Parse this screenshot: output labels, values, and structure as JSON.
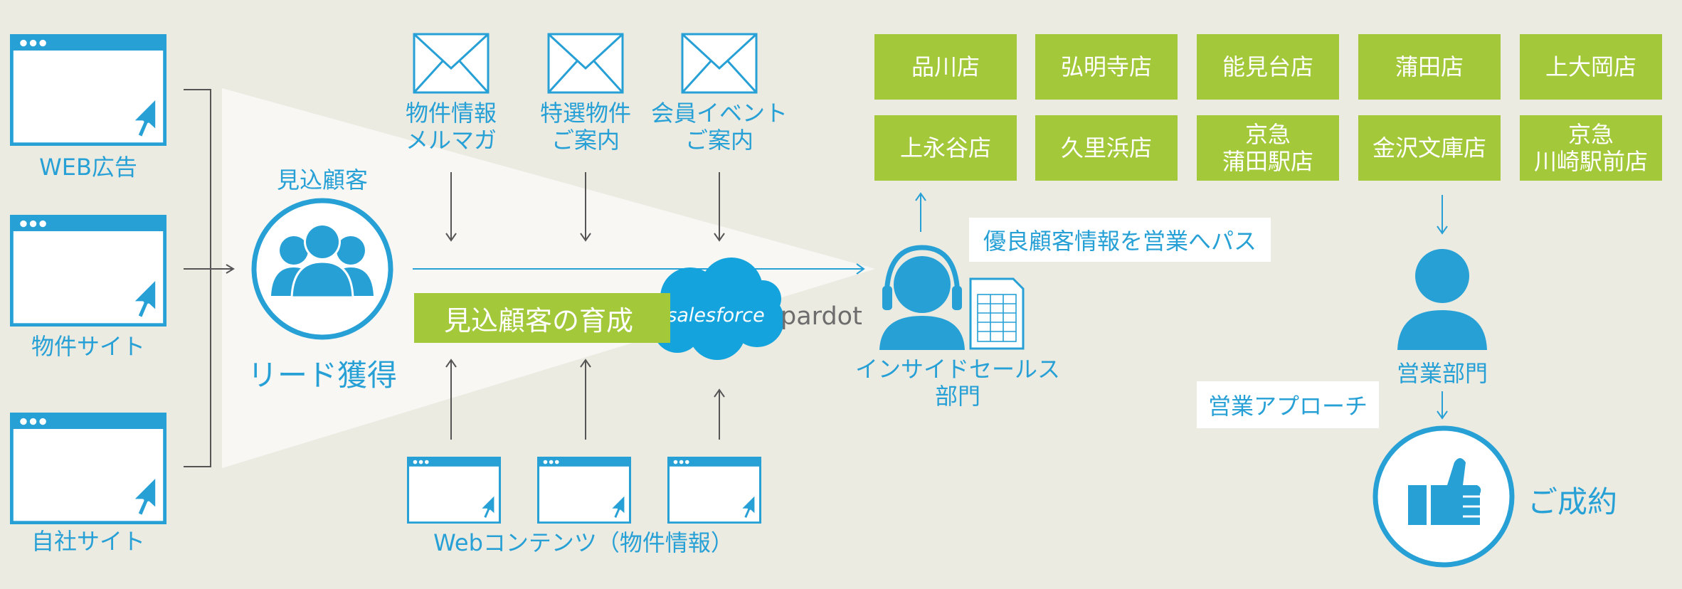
{
  "colors": {
    "blue": "#27a0d6",
    "green": "#a3c93a",
    "background": "#ecebe2",
    "dark_line": "#555555",
    "funnel": "#f8f7f4"
  },
  "sources": [
    {
      "label": "WEB広告",
      "icon": "browser-window-icon"
    },
    {
      "label": "物件サイト",
      "icon": "browser-window-icon"
    },
    {
      "label": "自社サイト",
      "icon": "browser-window-icon"
    }
  ],
  "prospect": {
    "top_label": "見込顧客",
    "bottom_label": "リード獲得",
    "icon": "people-group-icon"
  },
  "emails": [
    {
      "lines": [
        "物件情報",
        "メルマガ"
      ],
      "icon": "envelope-icon"
    },
    {
      "lines": [
        "特選物件",
        "ご案内"
      ],
      "icon": "envelope-icon"
    },
    {
      "lines": [
        "会員イベント",
        "ご案内"
      ],
      "icon": "envelope-icon"
    }
  ],
  "nurture": {
    "label": "見込顧客の育成",
    "salesforce_logo": "salesforce",
    "pardot_logo": "pardot"
  },
  "web_contents": {
    "label": "Webコンテンツ（物件情報）",
    "icon": "browser-window-icon"
  },
  "inside_sales": {
    "lines": [
      "インサイドセールス",
      "部門"
    ],
    "icon": "headset-operator-icon",
    "doc_icon": "spreadsheet-document-icon"
  },
  "handoff_label": "優良顧客情報を営業へパス",
  "stores": [
    [
      "品川店"
    ],
    [
      "弘明寺店"
    ],
    [
      "能見台店"
    ],
    [
      "蒲田店"
    ],
    [
      "上大岡店"
    ],
    [
      "上永谷店"
    ],
    [
      "久里浜店"
    ],
    [
      "京急",
      "蒲田駅店"
    ],
    [
      "金沢文庫店"
    ],
    [
      "京急",
      "川崎駅前店"
    ]
  ],
  "sales_dept": {
    "label": "営業部門",
    "icon": "person-icon"
  },
  "approach_label": "営業アプローチ",
  "contract": {
    "label": "ご成約",
    "icon": "thumbs-up-icon"
  }
}
